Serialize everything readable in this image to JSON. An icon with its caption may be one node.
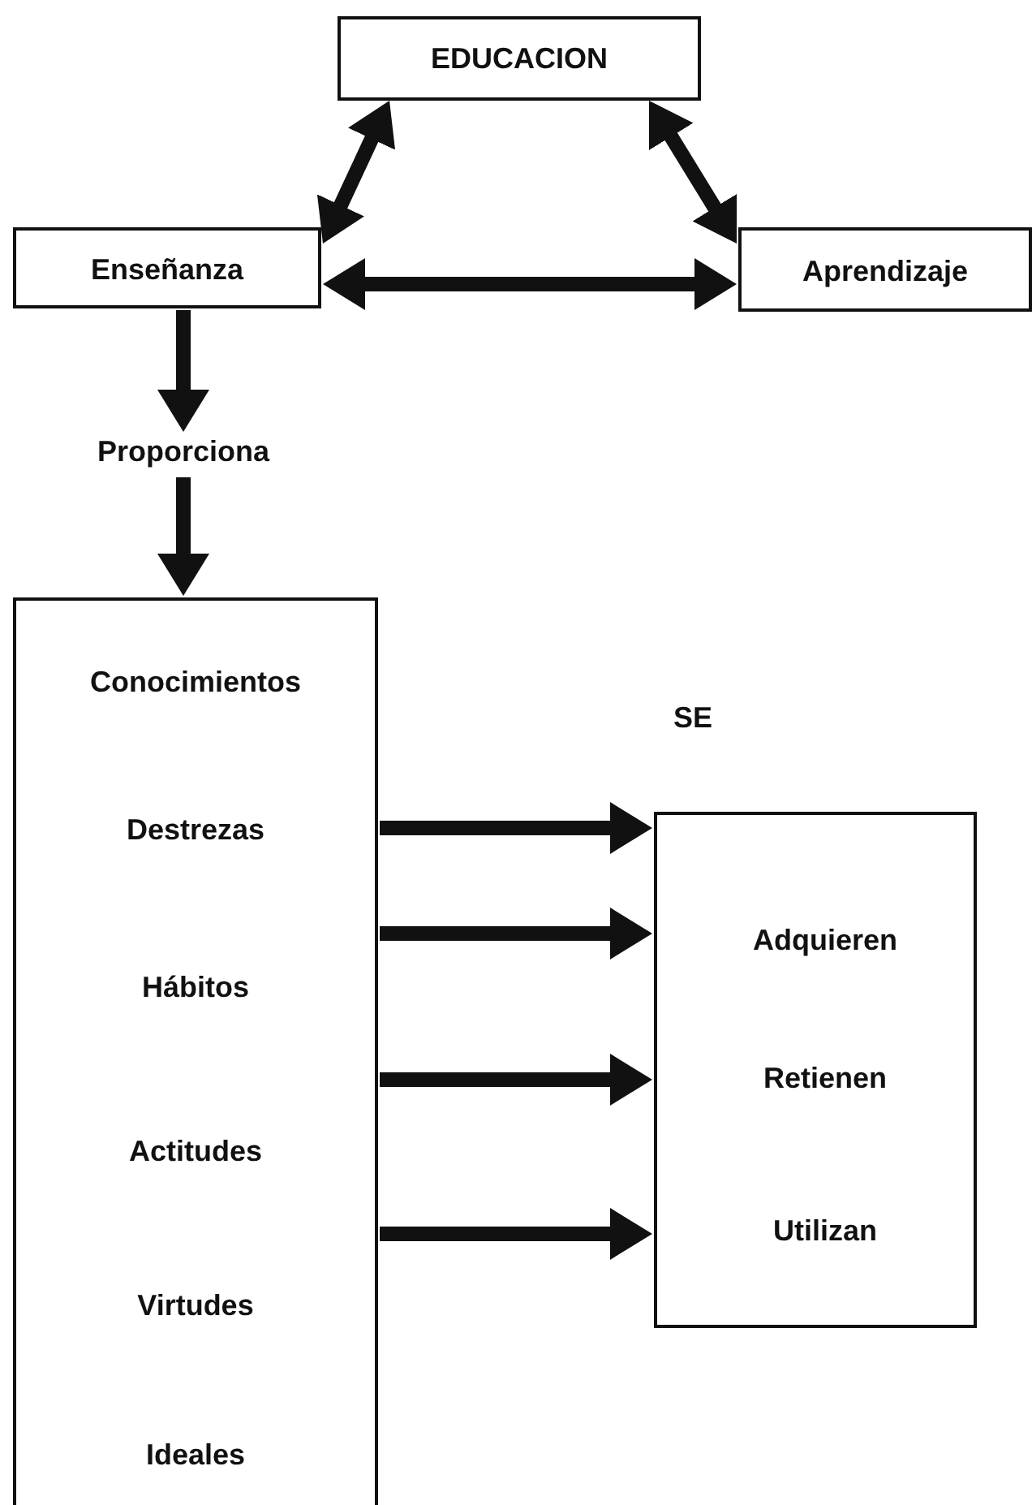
{
  "diagram": {
    "nodes": [
      {
        "text": [
          "EDUCACION"
        ]
      },
      {
        "text": [
          "Enseñanza"
        ]
      },
      {
        "text": [
          "Aprendizaje"
        ]
      },
      {
        "text": [
          "Proporciona"
        ]
      },
      {
        "text": [
          "Conocimientos",
          "Destrezas",
          "Hábitos",
          "Actitudes",
          "Virtudes",
          "Ideales"
        ]
      },
      {
        "text": [
          "Adquieren",
          "Retienen",
          "Utilizan"
        ],
        "beside": [
          "SE"
        ]
      }
    ],
    "edges": [
      {
        "from": 0,
        "to": 1,
        "arrow": "both"
      },
      {
        "from": 0,
        "to": 2,
        "arrow": "both"
      },
      {
        "from": 1,
        "to": 2,
        "arrow": "both"
      },
      {
        "from": 1,
        "to": 3,
        "arrow": "to"
      },
      {
        "from": 3,
        "to": 4,
        "arrow": "to"
      },
      {
        "from": 4,
        "to": 5,
        "arrow": "to"
      },
      {
        "from": 4,
        "to": 5,
        "arrow": "to"
      },
      {
        "from": 4,
        "to": 5,
        "arrow": "to"
      },
      {
        "from": 4,
        "to": 5,
        "arrow": "to"
      }
    ]
  }
}
